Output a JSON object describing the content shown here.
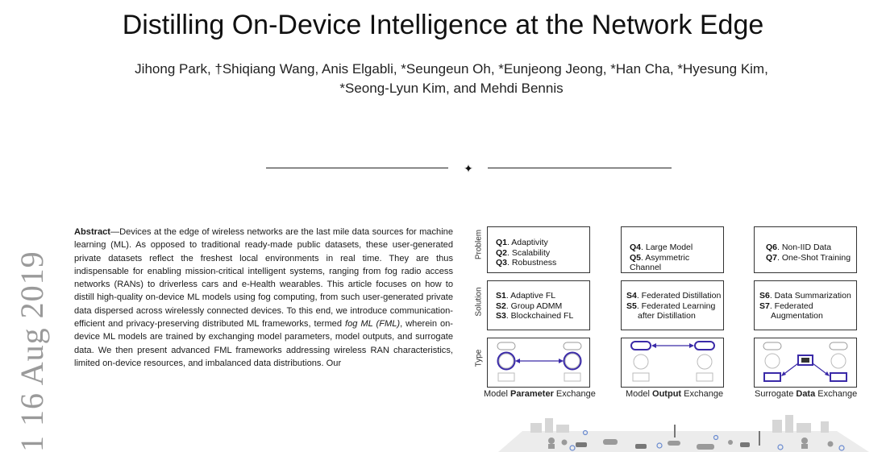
{
  "sidebar_stamp": "1 16 Aug 2019",
  "title": "Distilling On-Device Intelligence at the Network Edge",
  "authors": {
    "line1": "Jihong Park, †Shiqiang Wang, Anis Elgabli, *Seungeun Oh, *Eunjeong Jeong, *Han Cha, *Hyesung Kim,",
    "line2": "*Seong-Lyun Kim, and Mehdi Bennis"
  },
  "abstract": {
    "heading": "Abstract",
    "dash": "—",
    "part1": "Devices at the edge of wireless networks are the last mile data sources for machine learning (ML). As opposed to traditional ready-made public datasets, these user-generated private datasets reflect the freshest local environments in real time. They are thus indispensable for enabling mission-critical intelligent systems, ranging from fog radio access networks (RANs) to driverless cars and e-Health wearables. This article focuses on how to distill high-quality on-device ML models using fog computing, from such user-generated private data dispersed across wirelessly connected devices. To this end, we introduce communication-efficient and privacy-preserving distributed ML frameworks, termed ",
    "term": "fog ML (FML)",
    "part2": ", wherein on-device ML models are trained by exchanging model parameters, model outputs, and surrogate data. We then present advanced FML frameworks addressing wireless RAN characteristics, limited on-device resources, and imbalanced data distributions. Our"
  },
  "figure": {
    "row_labels": [
      "Problem",
      "Solution",
      "Type"
    ],
    "problems": [
      [
        {
          "code": "Q1",
          "text": ". Adaptivity"
        },
        {
          "code": "Q2",
          "text": ". Scalability"
        },
        {
          "code": "Q3",
          "text": ". Robustness"
        }
      ],
      [
        {
          "code": "Q4",
          "text": ". Large Model"
        },
        {
          "code": "Q5",
          "text": ". Asymmetric Channel"
        }
      ],
      [
        {
          "code": "Q6",
          "text": ". Non-IID Data"
        },
        {
          "code": "Q7",
          "text": ". One-Shot Training"
        }
      ]
    ],
    "solutions": [
      [
        {
          "code": "S1",
          "text": ". Adaptive FL"
        },
        {
          "code": "S2",
          "text": ". Group ADMM"
        },
        {
          "code": "S3",
          "text": ". Blockchained FL"
        }
      ],
      [
        {
          "code": "S4",
          "text": ". Federated Distillation"
        },
        {
          "code": "S5",
          "text": ". Federated Learning"
        },
        {
          "code": "",
          "text": "after Distillation"
        }
      ],
      [
        {
          "code": "S6",
          "text": ". Data Summarization"
        },
        {
          "code": "S7",
          "text": ". Federated"
        },
        {
          "code": "",
          "text": "Augmentation"
        }
      ]
    ],
    "captions": [
      {
        "pre": "Model ",
        "bold": "Parameter",
        "post": " Exchange"
      },
      {
        "pre": "Model ",
        "bold": "Output",
        "post": " Exchange"
      },
      {
        "pre": "Surrogate ",
        "bold": "Data",
        "post": " Exchange"
      }
    ],
    "colors": {
      "accent": "#3a2aa8",
      "city": "#d8d8d8",
      "frame": "#333333"
    }
  }
}
